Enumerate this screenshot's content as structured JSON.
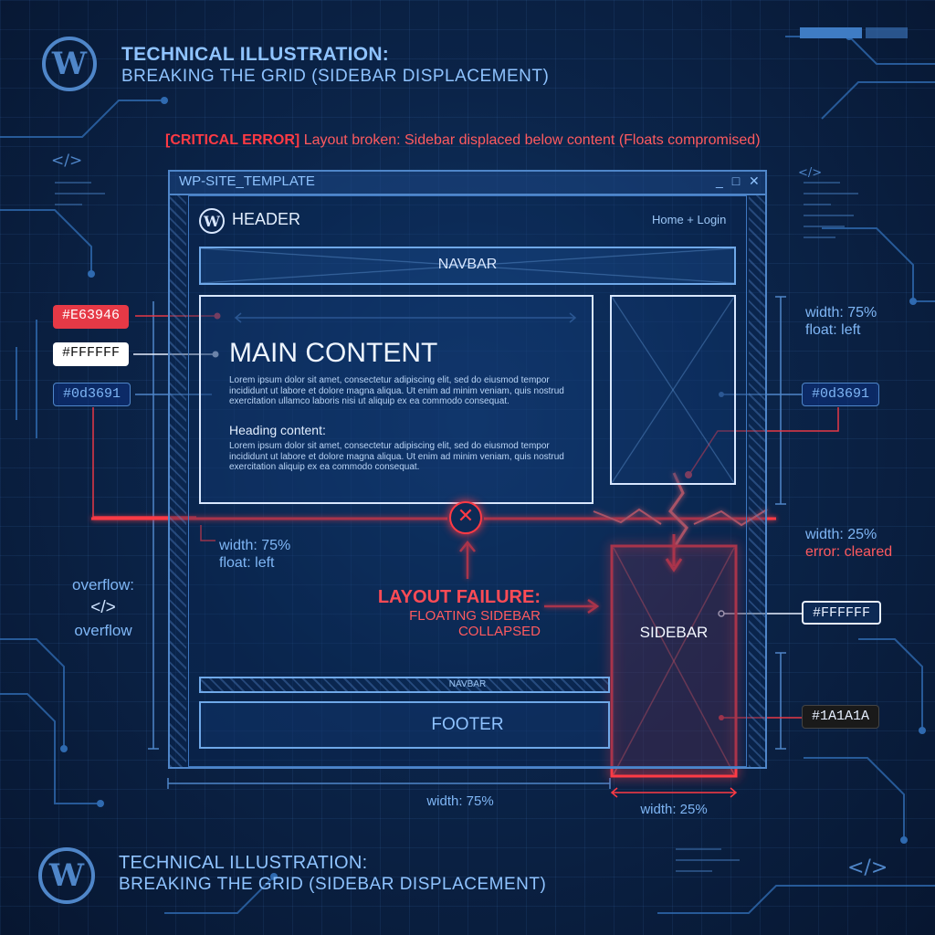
{
  "header": {
    "title": "TECHNICAL ILLUSTRATION:",
    "subtitle": "BREAKING THE GRID (SIDEBAR DISPLACEMENT)"
  },
  "footer": {
    "title": "TECHNICAL ILLUSTRATION:",
    "subtitle": "BREAKING THE GRID (SIDEBAR DISPLACEMENT)"
  },
  "error": {
    "tag": "[CRITICAL ERROR]",
    "message": "Layout broken: Sidebar displaced below content (Floats compromised)"
  },
  "window": {
    "title": "WP-SITE_TEMPLATE",
    "controls": [
      "_",
      "□",
      "✕"
    ]
  },
  "site": {
    "header_label": "HEADER",
    "header_links": "Home + Login",
    "navbar_label": "NAVBAR",
    "main_title": "MAIN CONTENT",
    "main_text_1": "Lorem ipsum dolor sit amet, consectetur adipiscing elit, sed do eiusmod tempor incididunt ut labore et dolore magna aliqua. Ut enim ad minim veniam, quis nostrud exercitation ullamco laboris nisi ut aliquip ex ea commodo consequat.",
    "subheading": "Heading content:",
    "main_text_2": "Lorem ipsum dolor sit amet, consectetur adipiscing elit, sed do eiusmod tempor incididunt ut labore et dolore magna aliqua. Ut enim ad minim veniam, quis nostrud exercitation aliquip ex ea commodo consequat.",
    "sidebar_label": "SIDEBAR",
    "navbar2_label": "NAVBAR",
    "footer_label": "FOOTER"
  },
  "failure": {
    "title": "LAYOUT FAILURE:",
    "subtitle": "FLOATING SIDEBAR COLLAPSED"
  },
  "annotations": {
    "right_top_1": "width: 75%",
    "right_top_2": "float: left",
    "main_width_1": "width: 75%",
    "main_width_2": "float: left",
    "right_mid_1": "width: 25%",
    "right_mid_2": "error: cleared",
    "overflow_1": "overflow:",
    "overflow_icon": "</>",
    "overflow_2": "overflow",
    "bottom_main_width": "width: 75%",
    "bottom_sidebar_width": "width: 25%",
    "code_icon": "</>"
  },
  "swatches": {
    "red": "#E63946",
    "white_left": "#FFFFFF",
    "blue_left": "#0d3691",
    "blue_right": "#0d3691",
    "white_right": "#FFFFFF",
    "dark_right": "#1A1A1A"
  },
  "colors": {
    "error_red": "#ff3a44",
    "blueprint_blue": "#6fa8e8",
    "background": "#0b2449"
  },
  "icons": [
    "wordpress-logo",
    "close-circle-icon",
    "code-icon",
    "arrow-icon"
  ]
}
